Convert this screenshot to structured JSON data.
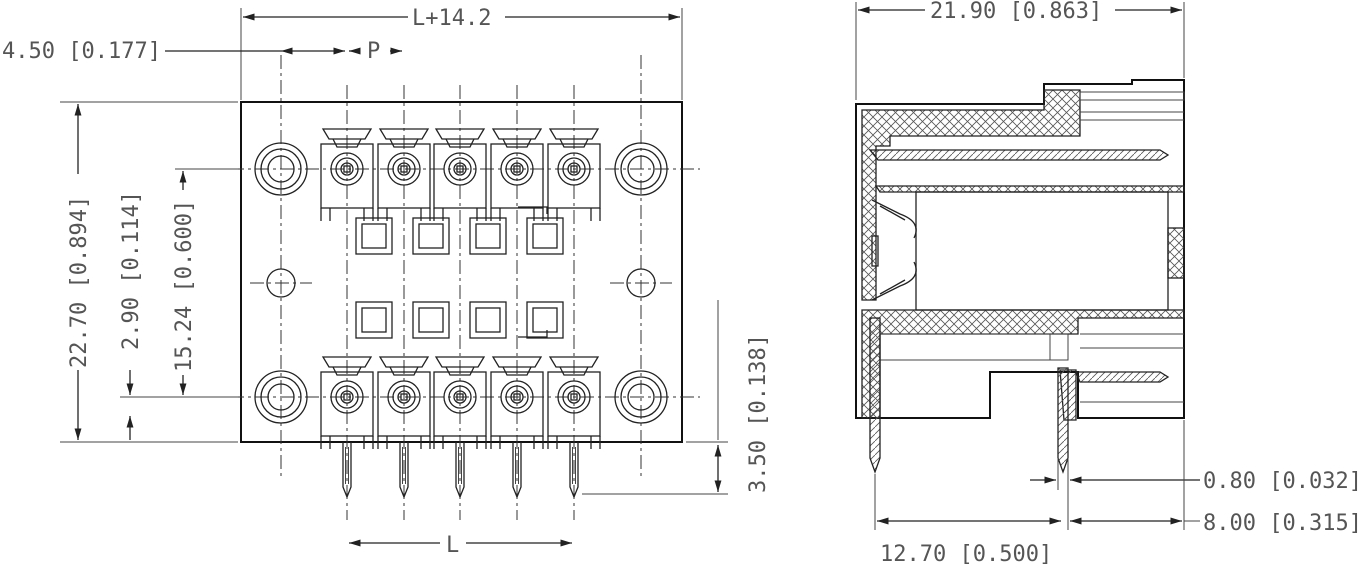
{
  "front_view": {
    "dim_top": "L+14.2",
    "dim_offset": "4.50 [0.177]",
    "dim_pitch": "P",
    "dim_height": "22.70 [0.894]",
    "dim_base": "2.90 [0.114]",
    "dim_row_spacing": "15.24 [0.600]",
    "dim_pin_length": "3.50 [0.138]",
    "dim_bottom": "L"
  },
  "side_view": {
    "dim_depth": "21.90 [0.863]",
    "dim_pin_width": "0.80 [0.032]",
    "dim_pin_offset": "8.00 [0.315]",
    "dim_pin_spacing": "12.70 [0.500]"
  }
}
